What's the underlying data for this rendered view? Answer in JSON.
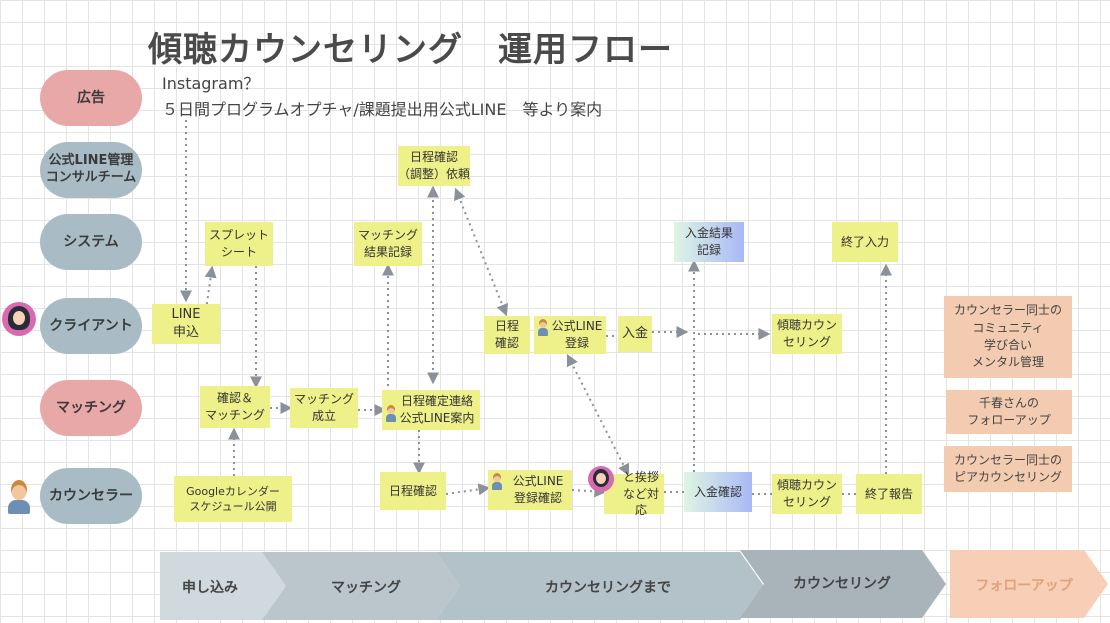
{
  "title": "傾聴カウンセリング　運用フロー",
  "notes": {
    "line1": "Instagram？",
    "line2": "５日間プログラムオプチャ/課題提出用公式LINE　等より案内"
  },
  "lanes": [
    {
      "label": "広告"
    },
    {
      "label": "公式LINE管理\nコンサルチーム"
    },
    {
      "label": "システム"
    },
    {
      "label": "クライアント"
    },
    {
      "label": "マッチング"
    },
    {
      "label": "カウンセラー"
    }
  ],
  "stickies": {
    "line_apply": "LINE\n申込",
    "spreadsheet": "スプレット\nシート",
    "confirm_match": "確認＆\nマッチング",
    "match_done": "マッチング\n成立",
    "google_cal": "Googleカレンダー\nスケジュール公開",
    "match_record": "マッチング\n結果記録",
    "schedule_request": "日程確認\n（調整）依頼",
    "schedule_fixed": "日程確定連絡\n公式LINE案内",
    "counselor_schedule": "日程確認",
    "client_schedule": "日程\n確認",
    "client_line_reg": "公式LINE\n登録",
    "counselor_line_reg": "公式LINE\n登録確認",
    "greeting": "と挨拶\nなど対応",
    "payment": "入金",
    "payment_result": "入金結果\n記録",
    "payment_confirm": "入金確認",
    "client_session": "傾聴カウン\nセリング",
    "counselor_session": "傾聴カウン\nセリング",
    "end_input": "終了入力",
    "end_report": "終了報告"
  },
  "followup_boxes": [
    {
      "text": "カウンセラー同士の\nコミュニティ\n学び合い\nメンタル管理"
    },
    {
      "text": "千春さんの\nフォローアップ"
    },
    {
      "text": "カウンセラー同士の\nピアカウンセリング"
    }
  ],
  "phases": [
    {
      "label": "申し込み",
      "color": "#d0dade"
    },
    {
      "label": "マッチング",
      "color": "#bac6cc"
    },
    {
      "label": "カウンセリングまで",
      "color": "#b3c2c9"
    },
    {
      "label": "カウンセリング",
      "color": "#a8b4ba"
    },
    {
      "label": "フォローアップ",
      "color": "#f6cfb6"
    }
  ],
  "colors": {
    "sticky": "#eef08a",
    "lane_pink": "#e8a8a8",
    "lane_blue": "#a9bcc5",
    "peach": "#f2cbb0",
    "arrow": "#8a9199"
  }
}
